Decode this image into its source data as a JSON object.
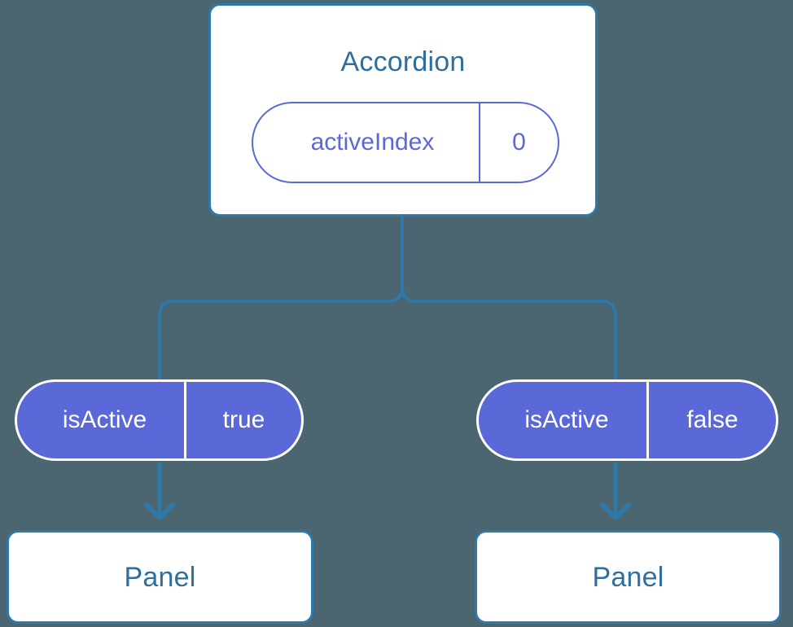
{
  "diagram": {
    "type": "component-tree",
    "background_color": "#4b6571",
    "accent_line_color": "#2d79ab",
    "title_text_color": "#2e6f9e",
    "prop_color": "#5b68d8",
    "root": {
      "title": "Accordion",
      "prop": {
        "name": "activeIndex",
        "value": "0"
      }
    },
    "branches": [
      {
        "side": "left",
        "prop": {
          "name": "isActive",
          "value": "true"
        },
        "child": {
          "title": "Panel"
        }
      },
      {
        "side": "right",
        "prop": {
          "name": "isActive",
          "value": "false"
        },
        "child": {
          "title": "Panel"
        }
      }
    ]
  }
}
